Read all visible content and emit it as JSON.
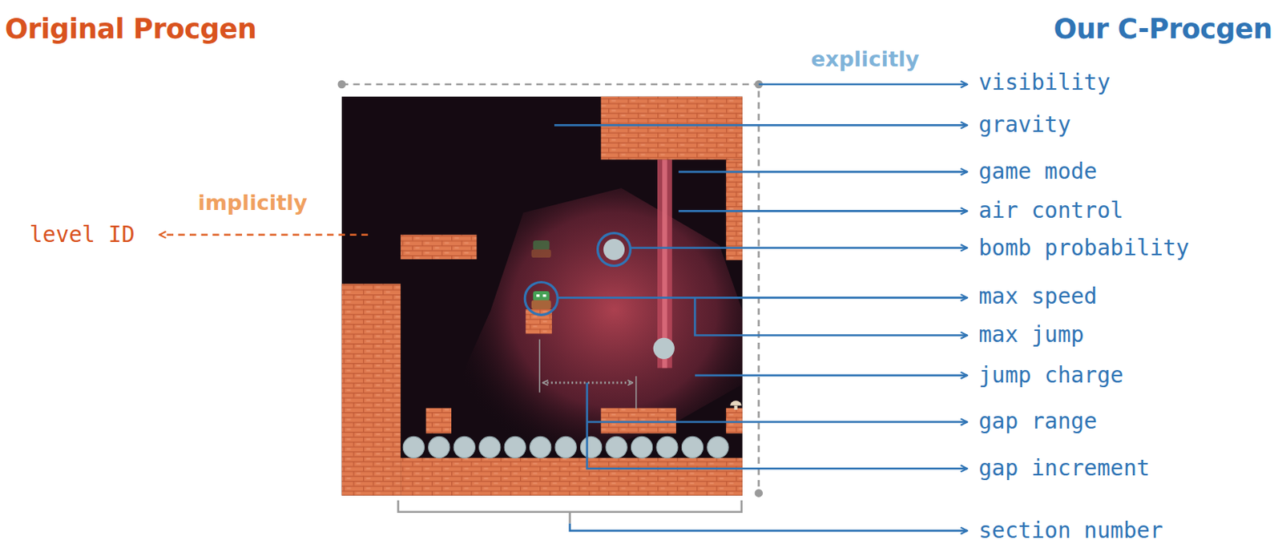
{
  "diagram": {
    "labels": [
      "Original Procgen",
      "Our C-Procgen",
      "explicitly",
      "implicitly",
      "level ID",
      "visibility",
      "gravity",
      "game mode",
      "air control",
      "bomb probability",
      "max speed",
      "max jump",
      "jump charge",
      "gap range",
      "gap increment",
      "section number"
    ]
  }
}
